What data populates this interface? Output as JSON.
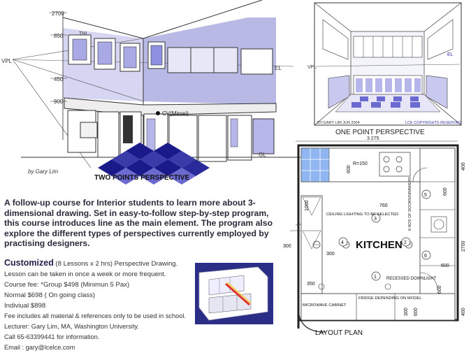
{
  "two_point": {
    "heights": [
      "2700",
      "850",
      "450",
      "900"
    ],
    "vpl": "VPL",
    "thl": "THL",
    "el": "EL",
    "gl": "GL",
    "cv": "CV(Mirosi)",
    "credit": "by Gary Lim",
    "caption": "TWO POINTS PERSPECTIVE"
  },
  "one_point": {
    "el": "EL",
    "vpl": "VPL",
    "byline": "BY:GARY LIM JUN 2004",
    "copyright": "LCE COPYRIGHTS RESERVED",
    "caption": "ONE POINT PERSPECTIVE"
  },
  "description": "A follow-up course for Interior students to learn more about 3-dimensional drawing. Set in easy-to-follow step-by-step program, this course introduces line as the main element. The program also explore the different types of perspectives currently employed by practising designers.",
  "course": {
    "title": "Customized",
    "subtitle": "(8 Lessons x 2 hrs)   Perspective Drawing.",
    "line1": "Lesson can be taken in once a week or more frequent.",
    "fee": "Course fee: *Group $498 (Minimun 5 Pax)",
    "normal": "Normal $698 ( On going class)",
    "individual": "Indiviual $898",
    "includes": "Fee includes all material & references only to be used in school.",
    "lecturer": "Lecturer: Gary Lim, MA, Washington University.",
    "call": "Call 65-63399441 for information.",
    "email": "Email : gary@lcelce.com"
  },
  "plan": {
    "width_dim": "3 275",
    "d600a": "600",
    "d600b": "600",
    "d600c": "600",
    "d600d": "600",
    "d1000": "1000",
    "r150": "R=150",
    "d760": "760",
    "d400a": "400",
    "d400b": "400",
    "d2700": "2700",
    "d300a": "300",
    "d300b": "300",
    "d350": "350",
    "d300c": "300",
    "d600e": "600",
    "kitchen": "KITCHEN",
    "ceiling": "CEILING LIGHTING TO BE SELECTED",
    "doors": "6 NOS OF DOORS/DRAWERS",
    "recessed": "RECESSED DOWNLIGHT",
    "microwave": "MICROWAVE CABINET",
    "fridge": "FRIDGE DEPENDING ON MODEL",
    "circles": [
      "1",
      "2",
      "3",
      "4",
      "5",
      "6"
    ],
    "caption": "LAYOUT PLAN"
  }
}
